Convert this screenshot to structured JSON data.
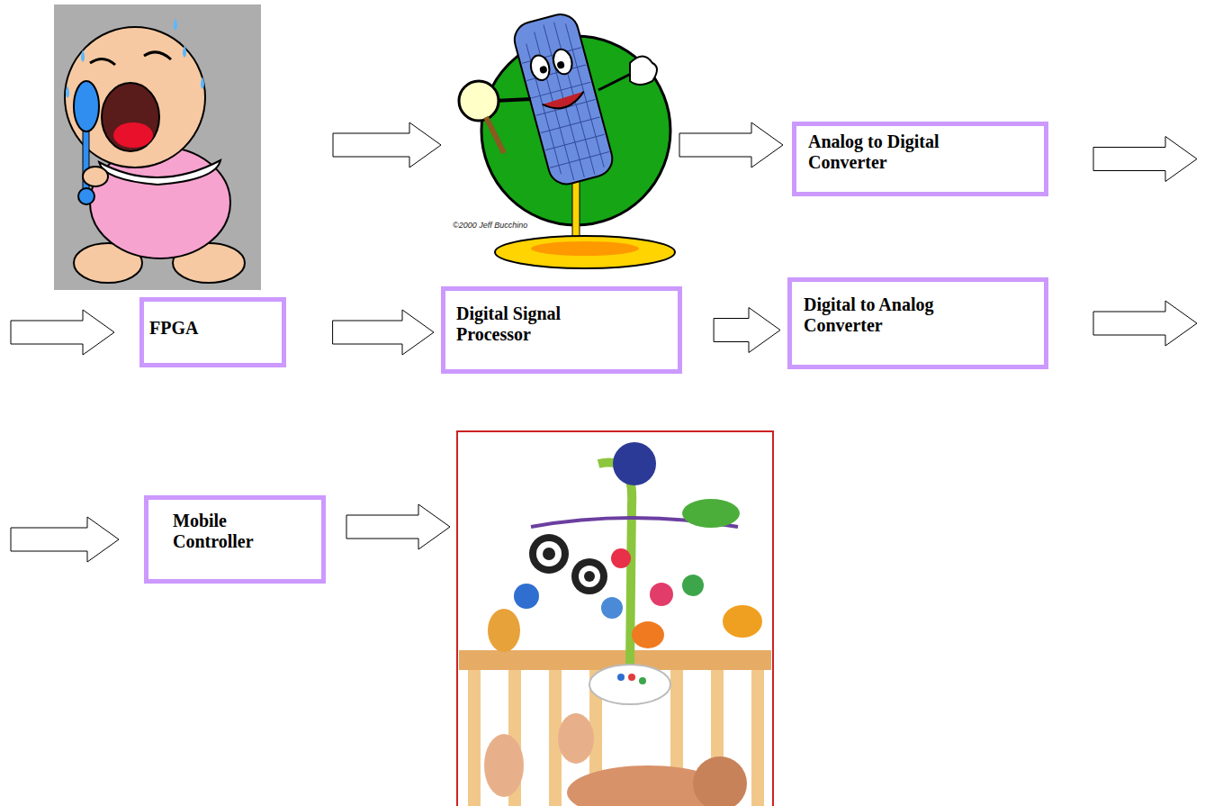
{
  "diagram": {
    "nodes": [
      {
        "text": [
          "Analog to Digital Converter"
        ]
      },
      {
        "text": [
          "FPGA"
        ]
      },
      {
        "text": [
          "Digital Signal Processor"
        ]
      },
      {
        "text": [
          "Digital to Analog Converter"
        ]
      },
      {
        "text": [
          "Mobile Controller"
        ]
      }
    ],
    "edges": [
      {
        "from": 0,
        "to": 1,
        "arrow": "to"
      },
      {
        "from": 1,
        "to": 2,
        "arrow": "to"
      },
      {
        "from": 2,
        "to": 3,
        "arrow": "to"
      },
      {
        "from": 3,
        "to": 4,
        "arrow": "to"
      }
    ],
    "labels": [
      "©2000 Jeff Bucchino"
    ]
  }
}
